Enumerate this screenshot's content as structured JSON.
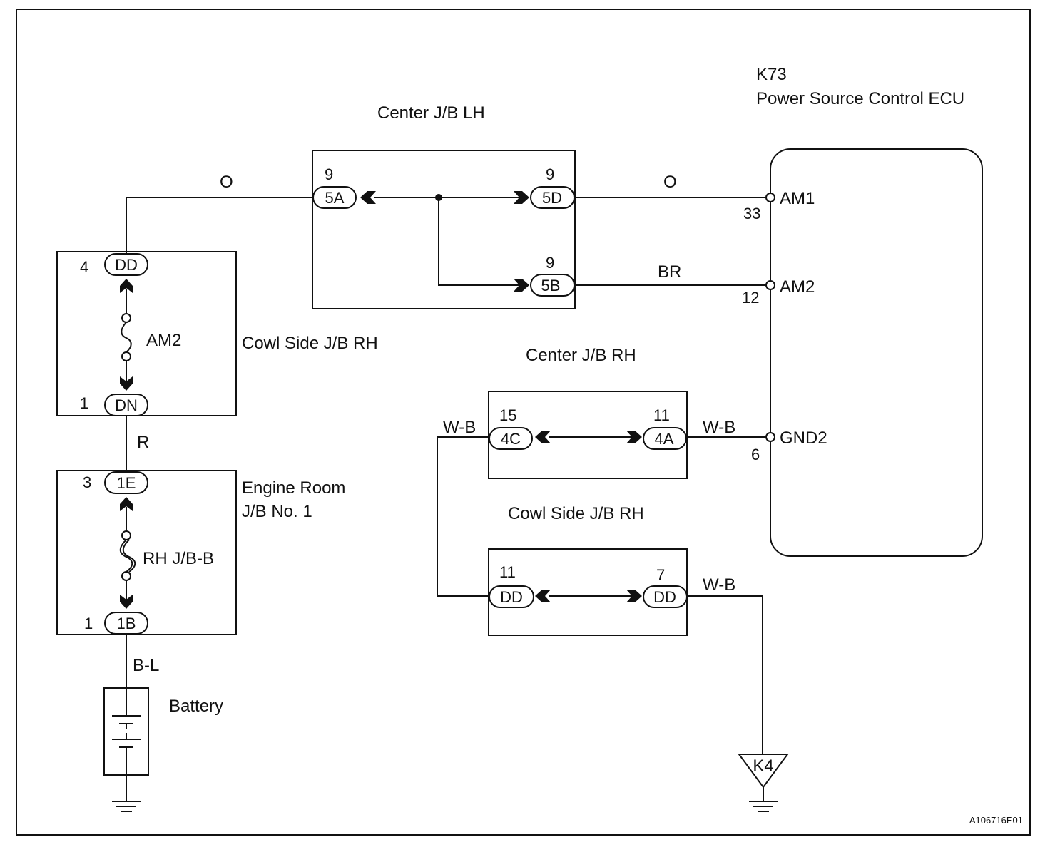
{
  "ecu": {
    "code": "K73",
    "name": "Power Source Control ECU",
    "terminals": [
      {
        "name": "AM1",
        "pin": "33"
      },
      {
        "name": "AM2",
        "pin": "12"
      },
      {
        "name": "GND2",
        "pin": "6"
      }
    ]
  },
  "center_jb_lh": {
    "title": "Center J/B LH",
    "connectors": [
      {
        "code": "5A",
        "pin": "9"
      },
      {
        "code": "5D",
        "pin": "9"
      },
      {
        "code": "5B",
        "pin": "9"
      }
    ]
  },
  "cowl_side_jb_rh_left": {
    "title": "Cowl Side J/B RH",
    "fuse": "AM2",
    "connectors": [
      {
        "code": "DD",
        "pin": "4"
      },
      {
        "code": "DN",
        "pin": "1"
      }
    ]
  },
  "engine_room_jb": {
    "title_line1": "Engine Room",
    "title_line2": "J/B No. 1",
    "fuse": "RH J/B-B",
    "connectors": [
      {
        "code": "1E",
        "pin": "3"
      },
      {
        "code": "1B",
        "pin": "1"
      }
    ]
  },
  "center_jb_rh": {
    "title": "Center J/B RH",
    "connectors": [
      {
        "code": "4C",
        "pin": "15"
      },
      {
        "code": "4A",
        "pin": "11"
      }
    ]
  },
  "cowl_side_jb_rh_right": {
    "title": "Cowl Side J/B RH",
    "connectors": [
      {
        "code": "DD",
        "pin": "11"
      },
      {
        "code": "DD",
        "pin": "7"
      }
    ]
  },
  "wires": {
    "o_left": "O",
    "o_right": "O",
    "br": "BR",
    "r": "R",
    "bl": "B-L",
    "wb_left": "W-B",
    "wb_ecu": "W-B",
    "wb_ground": "W-B"
  },
  "battery": "Battery",
  "ground_point": "K4",
  "figure_id": "A106716E01"
}
